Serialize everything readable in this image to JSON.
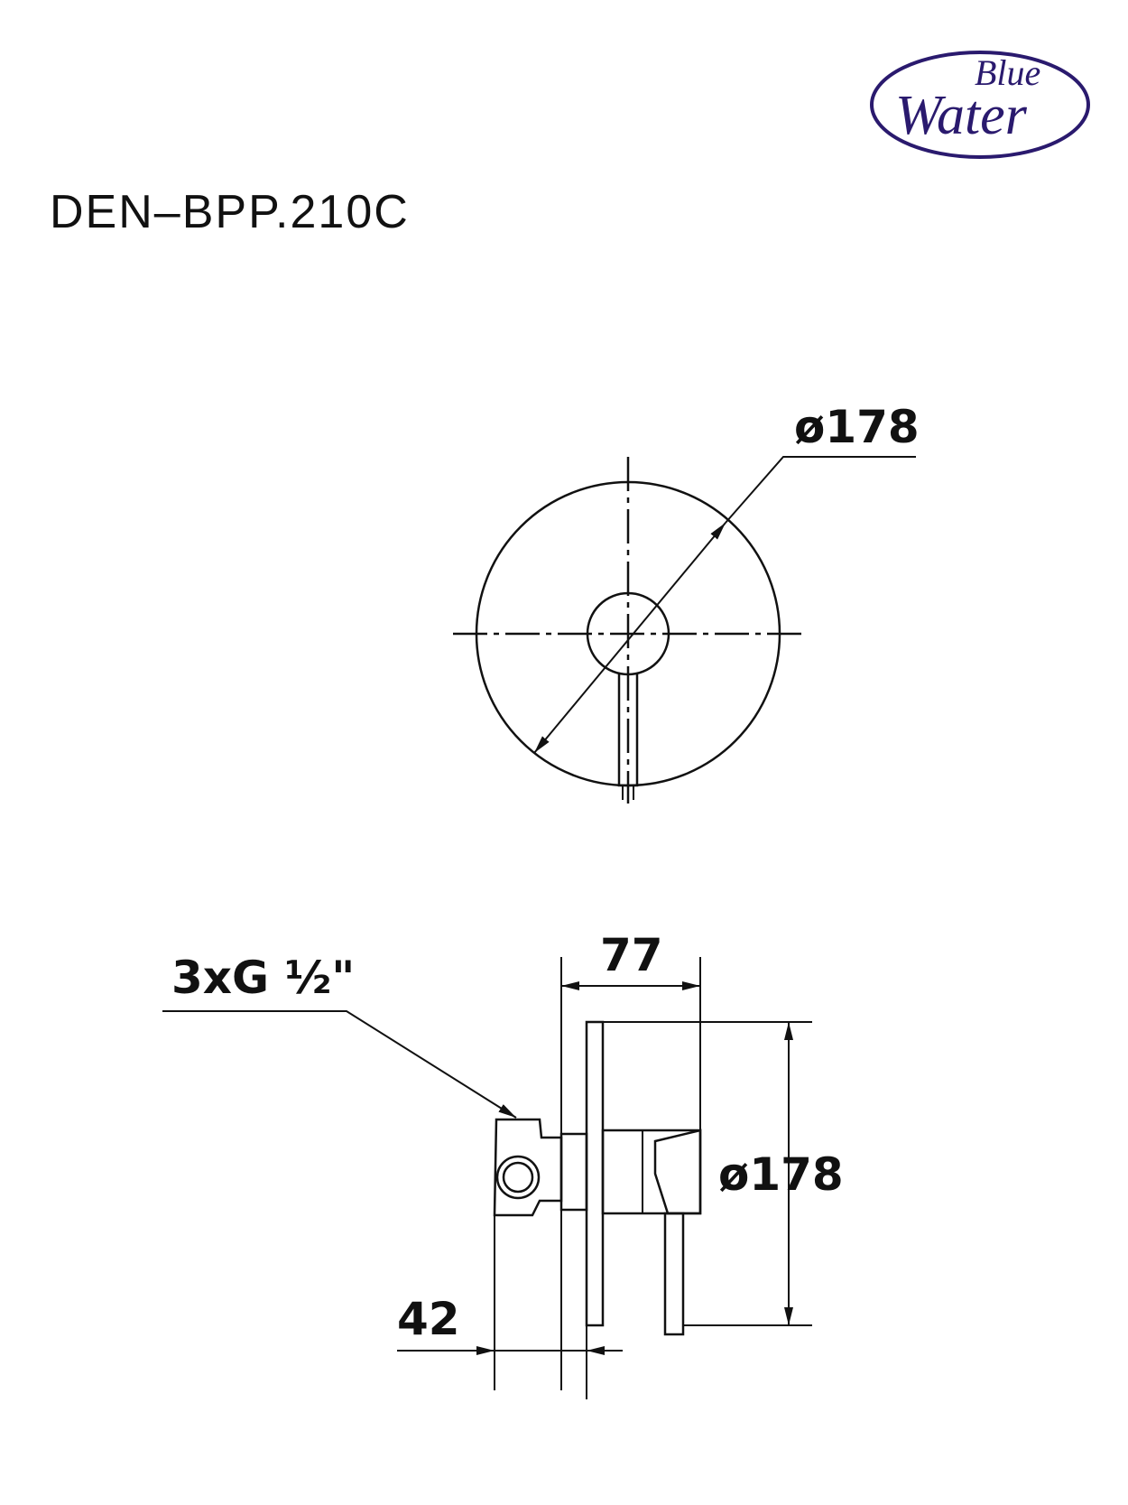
{
  "brand": {
    "logo_line1": "Blue",
    "logo_line2": "Water",
    "color": "#2a1a6e"
  },
  "title": "DEN–BPP.210C",
  "dimensions": {
    "front_diameter": "ø178",
    "side_diameter": "ø178",
    "depth": "77",
    "offset": "42",
    "inlets": "3xG ½\""
  }
}
